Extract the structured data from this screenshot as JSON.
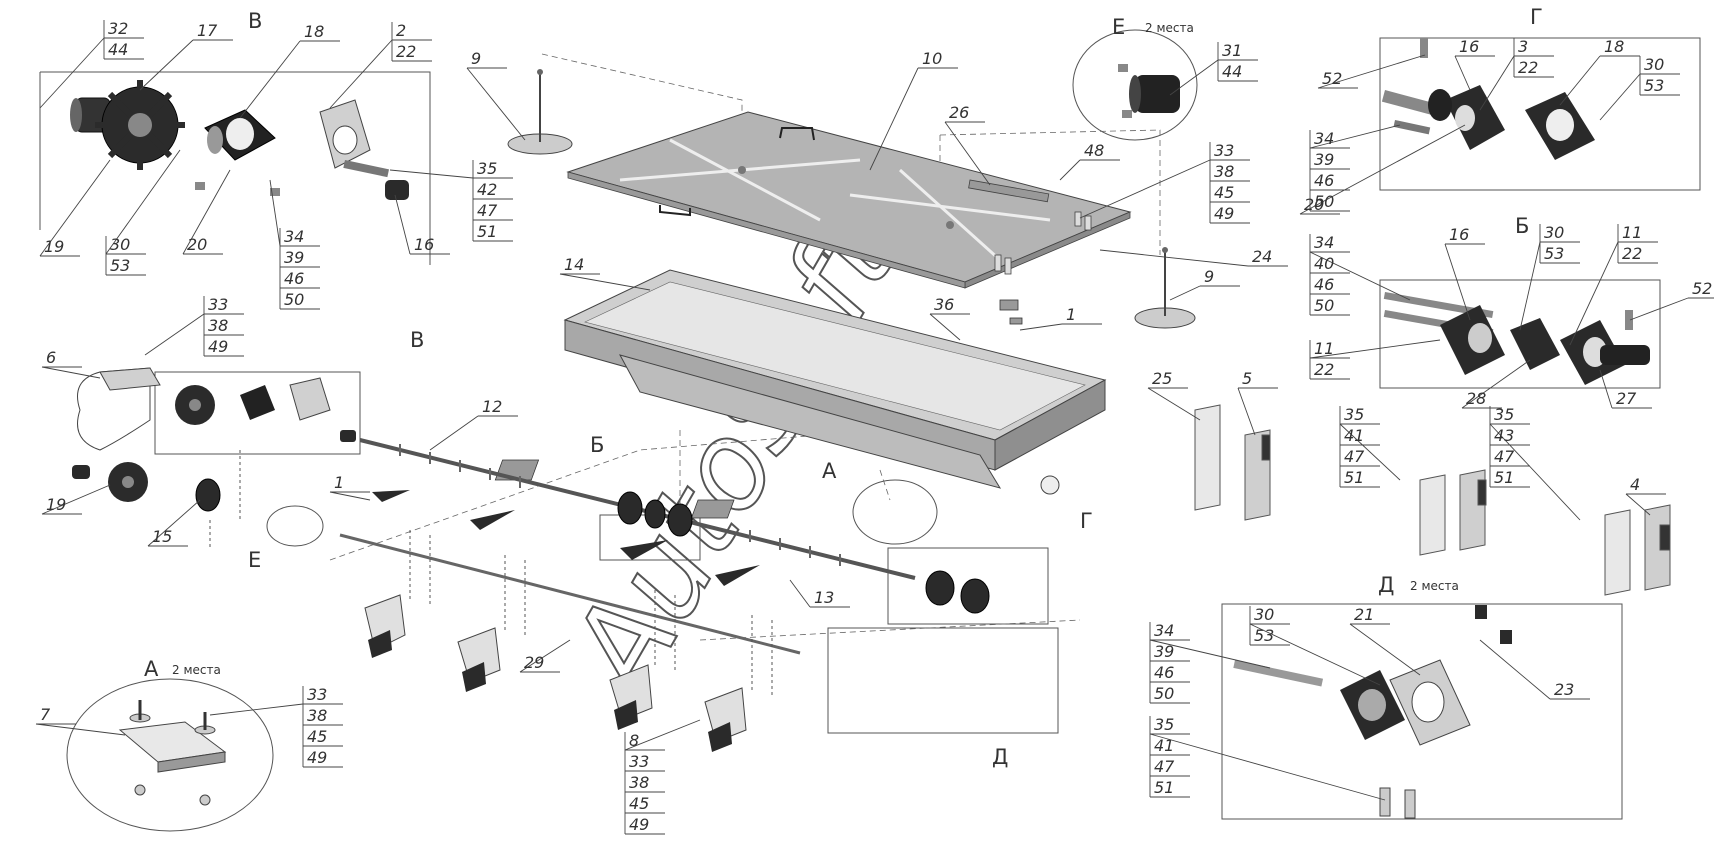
{
  "views": {
    "v_top": "В",
    "v_mid": "В",
    "g": "Г",
    "b": "Б",
    "e_top": "Е",
    "e_top_note": "2 места",
    "e_mid": "Е",
    "a_main": "А",
    "a_detail": "А",
    "a_detail_note": "2 места",
    "b_main": "Б",
    "g_main": "Г",
    "d_main": "Д",
    "d_detail": "Д",
    "d_detail_note": "2 места"
  },
  "callouts": [
    {
      "id": "c32",
      "lines": [
        "32",
        "44"
      ]
    },
    {
      "id": "c17",
      "lines": [
        "17"
      ]
    },
    {
      "id": "c18a",
      "lines": [
        "18"
      ]
    },
    {
      "id": "c2",
      "lines": [
        "2",
        "22"
      ]
    },
    {
      "id": "c35a",
      "lines": [
        "35",
        "42",
        "47",
        "51"
      ]
    },
    {
      "id": "c16a",
      "lines": [
        "16"
      ]
    },
    {
      "id": "c19a",
      "lines": [
        "19"
      ]
    },
    {
      "id": "c30a",
      "lines": [
        "30",
        "53"
      ]
    },
    {
      "id": "c20a",
      "lines": [
        "20"
      ]
    },
    {
      "id": "c34a",
      "lines": [
        "34",
        "39",
        "46",
        "50"
      ]
    },
    {
      "id": "c9a",
      "lines": [
        "9"
      ]
    },
    {
      "id": "c10",
      "lines": [
        "10"
      ]
    },
    {
      "id": "c31",
      "lines": [
        "31",
        "44"
      ]
    },
    {
      "id": "c26",
      "lines": [
        "26"
      ]
    },
    {
      "id": "c48",
      "lines": [
        "48"
      ]
    },
    {
      "id": "c33a",
      "lines": [
        "33",
        "38",
        "45",
        "49"
      ]
    },
    {
      "id": "c24",
      "lines": [
        "24"
      ]
    },
    {
      "id": "c9b",
      "lines": [
        "9"
      ]
    },
    {
      "id": "c52a",
      "lines": [
        "52"
      ]
    },
    {
      "id": "c16g",
      "lines": [
        "16"
      ]
    },
    {
      "id": "c3",
      "lines": [
        "3",
        "22"
      ]
    },
    {
      "id": "c18g",
      "lines": [
        "18"
      ]
    },
    {
      "id": "c30g",
      "lines": [
        "30",
        "53"
      ]
    },
    {
      "id": "c34g",
      "lines": [
        "34",
        "39",
        "46",
        "50"
      ]
    },
    {
      "id": "c20g",
      "lines": [
        "20"
      ]
    },
    {
      "id": "c14",
      "lines": [
        "14"
      ]
    },
    {
      "id": "c36",
      "lines": [
        "36"
      ]
    },
    {
      "id": "c1a",
      "lines": [
        "1"
      ]
    },
    {
      "id": "c33b",
      "lines": [
        "33",
        "38",
        "49"
      ]
    },
    {
      "id": "c6",
      "lines": [
        "6"
      ]
    },
    {
      "id": "c12",
      "lines": [
        "12"
      ]
    },
    {
      "id": "c1b",
      "lines": [
        "1"
      ]
    },
    {
      "id": "c19b",
      "lines": [
        "19"
      ]
    },
    {
      "id": "c15",
      "lines": [
        "15"
      ]
    },
    {
      "id": "c34b",
      "lines": [
        "34",
        "40",
        "46",
        "50"
      ]
    },
    {
      "id": "c16b",
      "lines": [
        "16"
      ]
    },
    {
      "id": "c30b",
      "lines": [
        "30",
        "53"
      ]
    },
    {
      "id": "c11a",
      "lines": [
        "11",
        "22"
      ]
    },
    {
      "id": "c52b",
      "lines": [
        "52"
      ]
    },
    {
      "id": "c11b",
      "lines": [
        "11",
        "22"
      ]
    },
    {
      "id": "c28",
      "lines": [
        "28"
      ]
    },
    {
      "id": "c27",
      "lines": [
        "27"
      ]
    },
    {
      "id": "c25",
      "lines": [
        "25"
      ]
    },
    {
      "id": "c5",
      "lines": [
        "5"
      ]
    },
    {
      "id": "c35b",
      "lines": [
        "35",
        "41",
        "47",
        "51"
      ]
    },
    {
      "id": "c35c",
      "lines": [
        "35",
        "43",
        "47",
        "51"
      ]
    },
    {
      "id": "c4",
      "lines": [
        "4"
      ]
    },
    {
      "id": "c13",
      "lines": [
        "13"
      ]
    },
    {
      "id": "c29",
      "lines": [
        "29"
      ]
    },
    {
      "id": "c7",
      "lines": [
        "7"
      ]
    },
    {
      "id": "c33c",
      "lines": [
        "33",
        "38",
        "45",
        "49"
      ]
    },
    {
      "id": "c8",
      "lines": [
        "8",
        "33",
        "38",
        "45",
        "49"
      ]
    },
    {
      "id": "c34d",
      "lines": [
        "34",
        "39",
        "46",
        "50"
      ]
    },
    {
      "id": "c30d",
      "lines": [
        "30",
        "53"
      ]
    },
    {
      "id": "c21",
      "lines": [
        "21"
      ]
    },
    {
      "id": "c23",
      "lines": [
        "23"
      ]
    },
    {
      "id": "c35d",
      "lines": [
        "35",
        "41",
        "47",
        "51"
      ]
    }
  ],
  "watermark": "AutoSoft",
  "colors": {
    "line": "#333333",
    "part": "#b4b4b4",
    "partDark": "#5a5a5a",
    "partLight": "#d9d9d9",
    "accent": "#2a2a2a"
  }
}
